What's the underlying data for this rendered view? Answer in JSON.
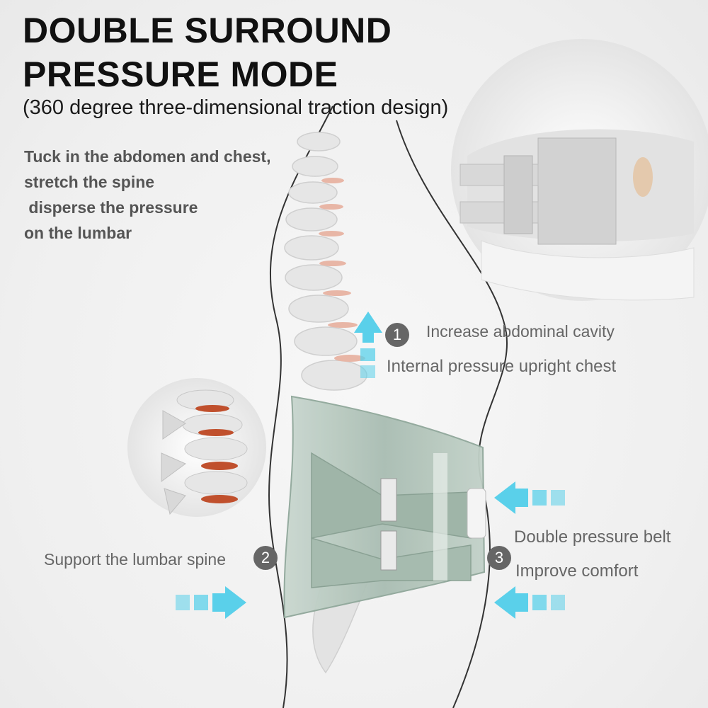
{
  "heading": {
    "line1": "DOUBLE SURROUND",
    "line2": "PRESSURE MODE",
    "subtitle": "(360 degree three-dimensional traction design)"
  },
  "description": [
    "Tuck in the abdomen and chest,",
    "stretch the spine",
    " disperse the pressure",
    "on the lumbar"
  ],
  "features": [
    {
      "number": "1",
      "lines": [
        "Increase abdominal cavity",
        "Internal pressure upright chest"
      ]
    },
    {
      "number": "2",
      "lines": [
        "Support the lumbar spine"
      ]
    },
    {
      "number": "3",
      "lines": [
        "Double pressure belt",
        "Improve comfort"
      ]
    }
  ],
  "colors": {
    "arrow": "#5ad0ea",
    "belt": "#a9bdb2",
    "disc": "#c0502d",
    "badge": "#666666"
  },
  "icons": [
    "arrow-up-icon",
    "arrow-right-icon",
    "arrow-left-icon"
  ]
}
